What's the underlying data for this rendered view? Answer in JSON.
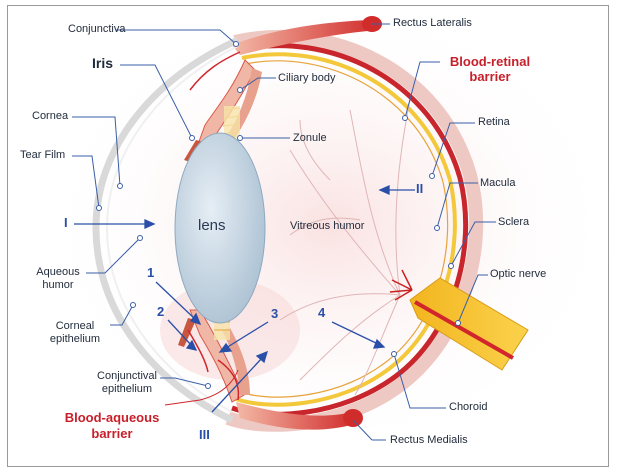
{
  "labels": {
    "conjunctiva": "Conjunctiva",
    "rectus_lateralis": "Rectus Lateralis",
    "iris": "Iris",
    "blood_retinal_1": "Blood-retinal",
    "blood_retinal_2": "barrier",
    "ciliary_body": "Ciliary body",
    "cornea": "Cornea",
    "zonule": "Zonule",
    "retina": "Retina",
    "tear_film": "Tear Film",
    "macula": "Macula",
    "lens": "lens",
    "vitreous_humor": "Vitreous humor",
    "sclera": "Sclera",
    "aqueous_humor_1": "Aqueous",
    "aqueous_humor_2": "humor",
    "optic_nerve": "Optic nerve",
    "corneal_epithelium_1": "Corneal",
    "corneal_epithelium_2": "epithelium",
    "conjunctival_epithelium_1": "Conjunctival",
    "conjunctival_epithelium_2": "epithelium",
    "choroid": "Choroid",
    "blood_aqueous_1": "Blood-aqueous",
    "blood_aqueous_2": "barrier",
    "rectus_medialis": "Rectus Medialis"
  },
  "route_markers": {
    "I": "I",
    "II": "II",
    "III": "III",
    "one": "1",
    "two": "2",
    "three": "3",
    "four": "4"
  },
  "colors": {
    "sclera_outer": "#e8c9c4",
    "choroid_red": "#c8262c",
    "retina_yellow": "#f3c83a",
    "lens_blue": "#c9d9e6",
    "muscle_red": "#d63a3a",
    "optic_yellow": "#f5c632",
    "leader_blue": "#3a5fa8",
    "label_red": "#c8202a"
  }
}
